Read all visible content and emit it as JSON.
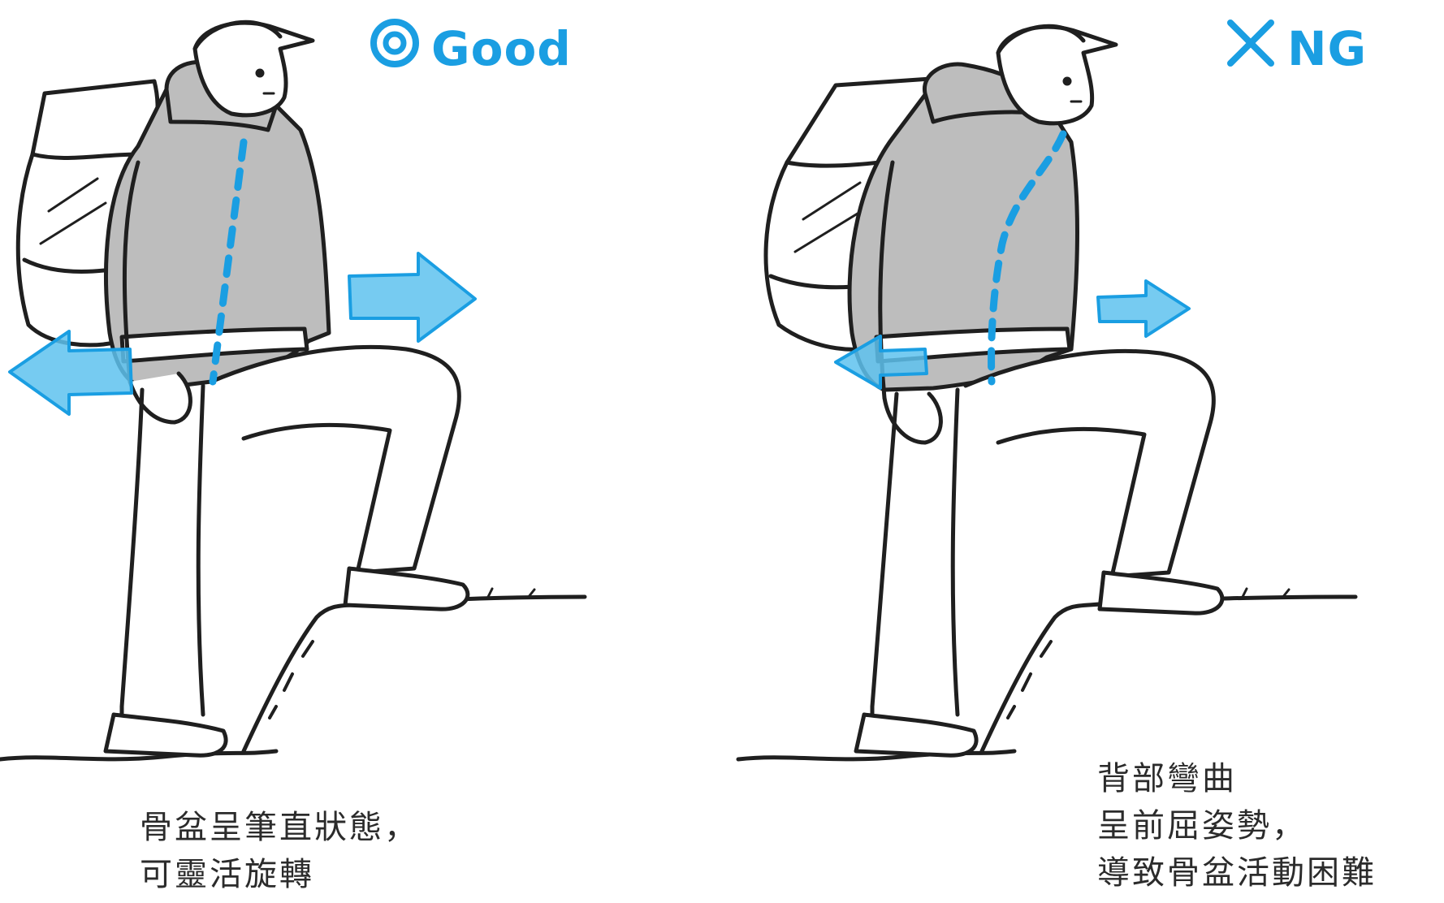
{
  "good": {
    "label": "Good",
    "caption_lines": [
      "骨盆呈筆直狀態，",
      "可靈活旋轉"
    ]
  },
  "ng": {
    "label": "NG",
    "caption_lines": [
      "背部彎曲",
      "呈前屈姿勢，",
      "導致骨盆活動困難"
    ]
  },
  "colors": {
    "accent": "#1a9ee2",
    "arrow_fill": "#5ec2ee",
    "jacket": "#bdbdbd",
    "line": "#1f1f1f",
    "text": "#2b2b2b"
  },
  "icons": {
    "good_mark": "double-circle-icon",
    "ng_mark": "cross-icon"
  }
}
